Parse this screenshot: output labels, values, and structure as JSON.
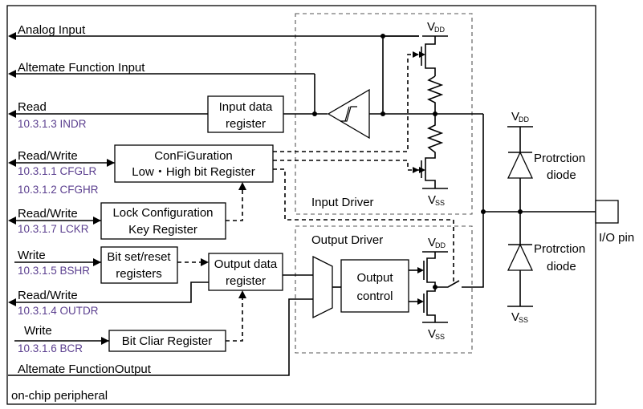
{
  "signals": {
    "analog_input": "Analog Input",
    "alternate_function_input": "Altemate Function Input",
    "read": "Read",
    "read_ref": "10.3.1.3 INDR",
    "read_write_1": "Read/Write",
    "cfglr_ref": "10.3.1.1 CFGLR",
    "cfghr_ref": "10.3.1.2 CFGHR",
    "read_write_2": "Read/Write",
    "lckr_ref": "10.3.1.7 LCKR",
    "write_1": "Write",
    "bshr_ref": "10.3.1.5 BSHR",
    "read_write_3": "Read/Write",
    "outdr_ref": "10.3.1.4 OUTDR",
    "write_2": "Write",
    "bcr_ref": "10.3.1.6 BCR",
    "alternate_function_output": "Altemate FunctionOutput"
  },
  "blocks": {
    "input_data_register": [
      "Input data",
      "register"
    ],
    "configuration_register": [
      "ConFiGuration",
      "Low・High bit Register"
    ],
    "lock_configuration_register": [
      "Lock Configuration",
      "Key Register"
    ],
    "bit_set_reset_registers": [
      "Bit set/reset",
      "registers"
    ],
    "output_data_register": [
      "Output data",
      "register"
    ],
    "bit_clear_register": "Bit Cliar Register",
    "output_control": [
      "Output",
      "control"
    ]
  },
  "regions": {
    "input_driver": "Input Driver",
    "output_driver": "Output Driver",
    "peripheral": "on-chip peripheral"
  },
  "power": {
    "vdd_main": "V",
    "vdd_sub": "DD",
    "vss_main": "V",
    "vss_sub": "SS"
  },
  "protection_diode": [
    "Protrction",
    "diode"
  ],
  "io_pin": "I/O pin"
}
